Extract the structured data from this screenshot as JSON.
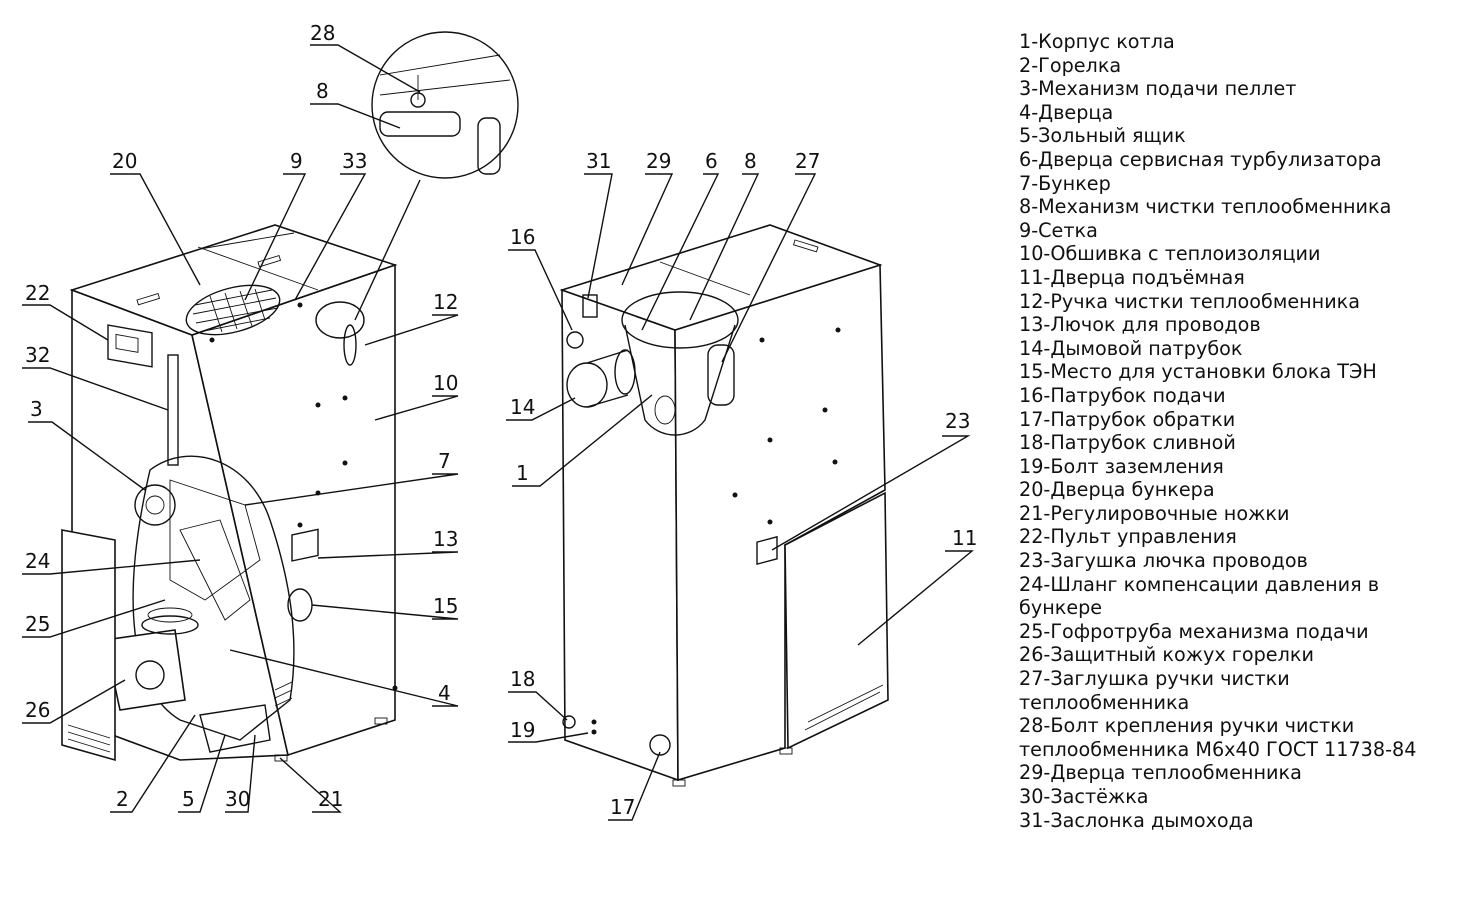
{
  "callouts": {
    "c1": "1",
    "c2": "2",
    "c3": "3",
    "c4": "4",
    "c5": "5",
    "c6": "6",
    "c7": "7",
    "c8a": "8",
    "c8b": "8",
    "c9": "9",
    "c10": "10",
    "c11": "11",
    "c12": "12",
    "c13": "13",
    "c14": "14",
    "c15": "15",
    "c16": "16",
    "c17": "17",
    "c18": "18",
    "c19": "19",
    "c20": "20",
    "c21": "21",
    "c22": "22",
    "c23": "23",
    "c24": "24",
    "c25": "25",
    "c26": "26",
    "c27": "27",
    "c28": "28",
    "c29": "29",
    "c30": "30",
    "c31": "31",
    "c32": "32",
    "c33": "33"
  },
  "legend": [
    "1-Корпус котла",
    "2-Горелка",
    "3-Механизм подачи пеллет",
    "4-Дверца",
    "5-Зольный ящик",
    "6-Дверца сервисная турбулизатора",
    "7-Бункер",
    "8-Механизм чистки теплообменника",
    "9-Сетка",
    "10-Обшивка с теплоизоляции",
    "11-Дверца подъёмная",
    "12-Ручка чистки теплообменника",
    "13-Лючок для проводов",
    "14-Дымовой патрубок",
    "15-Место для установки блока ТЭН",
    "16-Патрубок подачи",
    "17-Патрубок обратки",
    "18-Патрубок сливной",
    "19-Болт заземления",
    "20-Дверца бункера",
    "21-Регулировочные ножки",
    "22-Пульт управления",
    "23-Загушка лючка проводов",
    "24-Шланг компенсации давления в\nбункере",
    "25-Гофротруба механизма подачи",
    "26-Защитный кожух горелки",
    "27-Заглушка ручки чистки\nтеплообменника",
    "28-Болт крепления ручки чистки\nтеплообменника М6х40 ГОСТ 11738-84",
    "29-Дверца теплообменника",
    "30-Застёжка",
    "31-Заслонка дымохода"
  ]
}
